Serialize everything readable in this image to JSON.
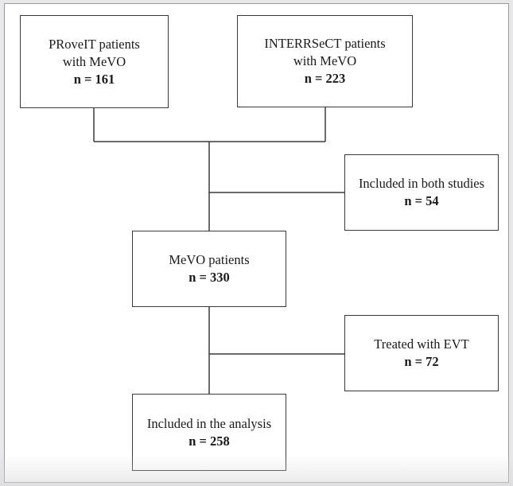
{
  "flowchart": {
    "proveit": {
      "line1": "PRoveIT patients",
      "line2": "with MeVO",
      "count": "n = 161"
    },
    "interrsect": {
      "line1": "INTERRSeCT patients",
      "line2": "with MeVO",
      "count": "n = 223"
    },
    "both_studies": {
      "line1": "Included in both studies",
      "count": "n = 54"
    },
    "mevo_patients": {
      "line1": "MeVO patients",
      "count": "n = 330"
    },
    "treated_evt": {
      "line1": "Treated with EVT",
      "count": "n = 72"
    },
    "analysis": {
      "line1": "Included in the analysis",
      "count": "n = 258"
    }
  },
  "colors": {
    "border": "#3a3a3a",
    "text": "#1a1a1a",
    "background": "#ffffff"
  }
}
